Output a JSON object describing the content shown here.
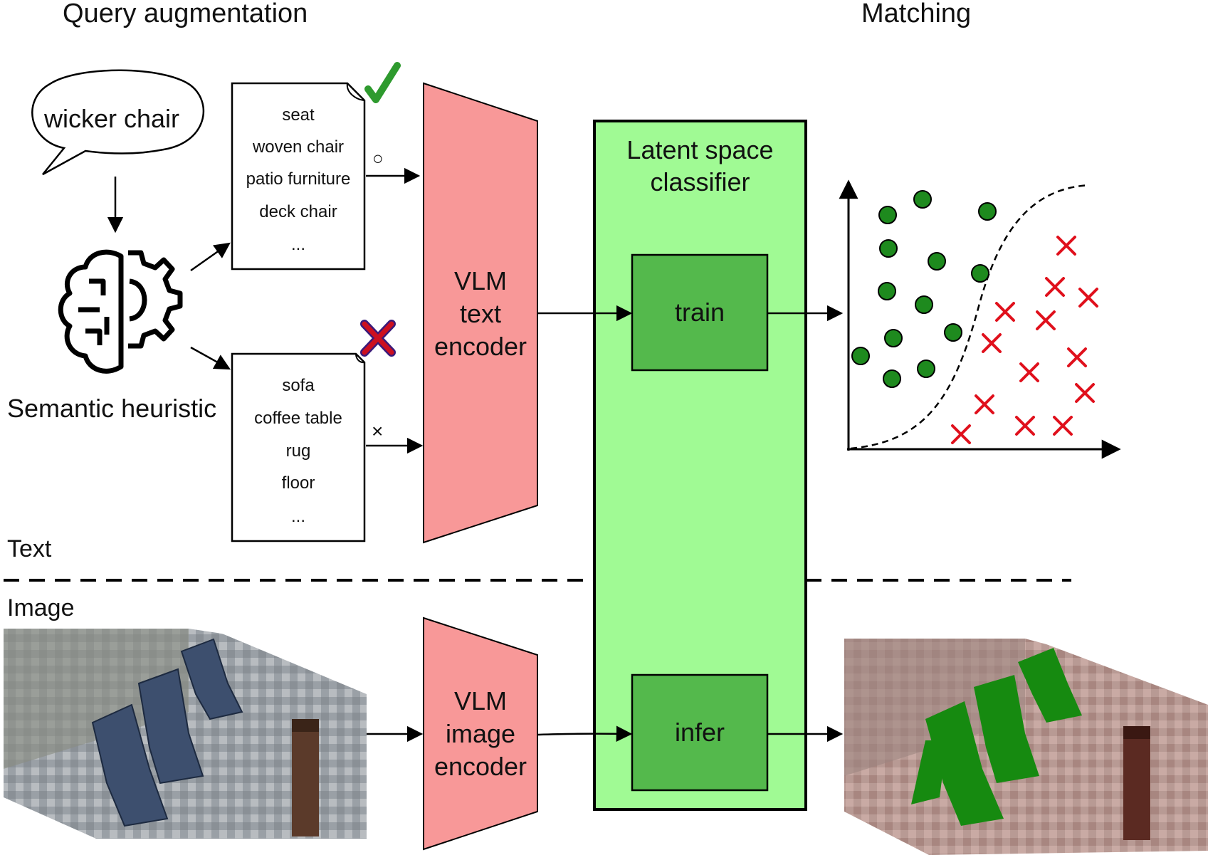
{
  "sections": {
    "query_augmentation": "Query augmentation",
    "matching": "Matching",
    "text": "Text",
    "image": "Image"
  },
  "query": "wicker chair",
  "heuristic_label": "Semantic heuristic",
  "positive_list": {
    "items": [
      "seat",
      "woven chair",
      "patio furniture",
      "deck chair",
      "..."
    ],
    "marker": "○"
  },
  "negative_list": {
    "items": [
      "sofa",
      "coffee table",
      "rug",
      "floor",
      "..."
    ],
    "marker": "×"
  },
  "text_encoder": [
    "VLM",
    "text",
    "encoder"
  ],
  "image_encoder": [
    "VLM",
    "image",
    "encoder"
  ],
  "classifier": {
    "title": [
      "Latent space",
      "classifier"
    ],
    "train": "train",
    "infer": "infer"
  },
  "colors": {
    "encoder_fill": "#f89898",
    "classifier_fill": "#a0fa94",
    "inner_box_fill": "#54b94c",
    "positive_point": "#1e8a1e",
    "negative_point": "#e0101c",
    "check_mark": "#2e9a2e",
    "reject_mark": "#cc1020",
    "highlight": "#168a10"
  },
  "icons": {
    "speech": "speech-bubble",
    "brain": "brain-gear-icon",
    "accept": "checkmark-icon",
    "reject": "red-x-icon"
  }
}
